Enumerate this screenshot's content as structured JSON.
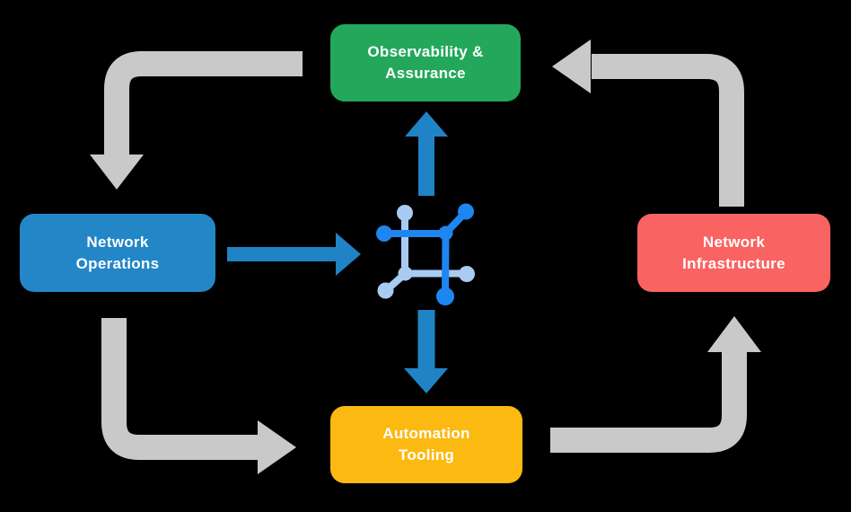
{
  "diagram": {
    "type": "cycle-flow",
    "background": "#000000",
    "text_color": "#FFFFFF",
    "nodes": {
      "observability": {
        "label": "Observability &\nAssurance",
        "color": "#23A85B"
      },
      "operations": {
        "label": "Network\nOperations",
        "color": "#2386C7"
      },
      "infrastructure": {
        "label": "Network\nInfrastructure",
        "color": "#F96361"
      },
      "automation": {
        "label": "Automation\nTooling",
        "color": "#FBB911"
      }
    },
    "center_icon": {
      "name": "network-mesh-icon",
      "color_primary": "#1E86F0",
      "color_secondary": "#A9CBF2"
    },
    "colors": {
      "cycle_arrow": "#C9C9C9",
      "flow_arrow": "#2083C5"
    },
    "cycle_arrows": [
      {
        "from": "Observability & Assurance",
        "to": "Network Operations"
      },
      {
        "from": "Network Operations",
        "to": "Automation Tooling"
      },
      {
        "from": "Automation Tooling",
        "to": "Network Infrastructure"
      },
      {
        "from": "Network Infrastructure",
        "to": "Observability & Assurance"
      }
    ],
    "flow_arrows": [
      {
        "from": "Network Operations",
        "to": "center-icon"
      },
      {
        "from": "center-icon",
        "to": "Observability & Assurance"
      },
      {
        "from": "center-icon",
        "to": "Automation Tooling"
      }
    ]
  }
}
